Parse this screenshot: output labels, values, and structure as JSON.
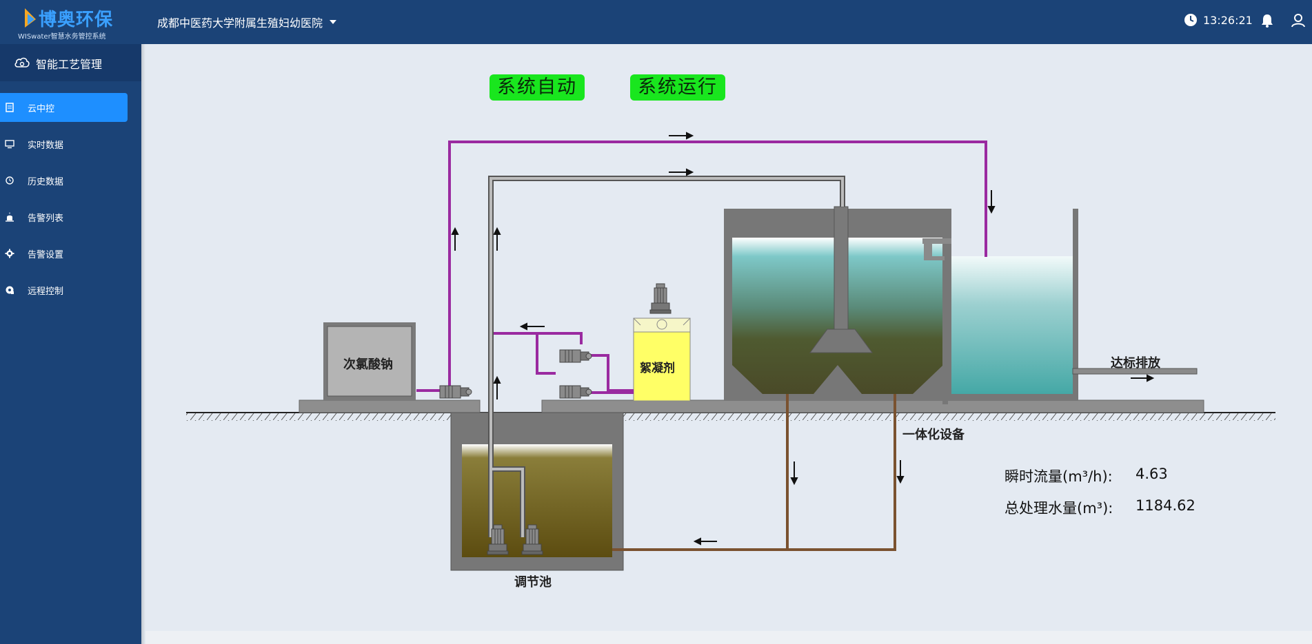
{
  "header": {
    "logo_title": "博奥环保",
    "logo_subtitle": "WISwater智慧水务管控系统",
    "organization": "成都中医药大学附属生殖妇幼医院",
    "time": "13:26:21",
    "icons": [
      "clock-icon",
      "bell-icon",
      "user-icon"
    ]
  },
  "sidebar": {
    "module_title": "智能工艺管理",
    "items": [
      {
        "label": "云中控",
        "icon": "document-icon",
        "active": true
      },
      {
        "label": "实时数据",
        "icon": "monitor-icon",
        "active": false
      },
      {
        "label": "历史数据",
        "icon": "history-icon",
        "active": false
      },
      {
        "label": "告警列表",
        "icon": "alarm-icon",
        "active": false
      },
      {
        "label": "告警设置",
        "icon": "gear-icon",
        "active": false
      },
      {
        "label": "远程控制",
        "icon": "remote-icon",
        "active": false
      }
    ]
  },
  "process": {
    "status_auto": "系统自动",
    "status_running": "系统运行",
    "tank_sodium": "次氯酸钠",
    "tank_flocculant": "絮凝剂",
    "equipment_label": "一体化设备",
    "outlet_label": "达标排放",
    "pool_label": "调节池",
    "flow_instant_label": "瞬时流量(m³/h):",
    "flow_instant_value": "4.63",
    "flow_total_label": "总处理水量(m³):",
    "flow_total_value": "1184.62"
  },
  "colors": {
    "header_bg": "#1b4377",
    "active_item": "#1e8fff",
    "status_green": "#19e61e",
    "pipe_purple": "#9a2aa0",
    "pipe_brown": "#7a5230",
    "flocculant_yellow": "#ffff66"
  }
}
